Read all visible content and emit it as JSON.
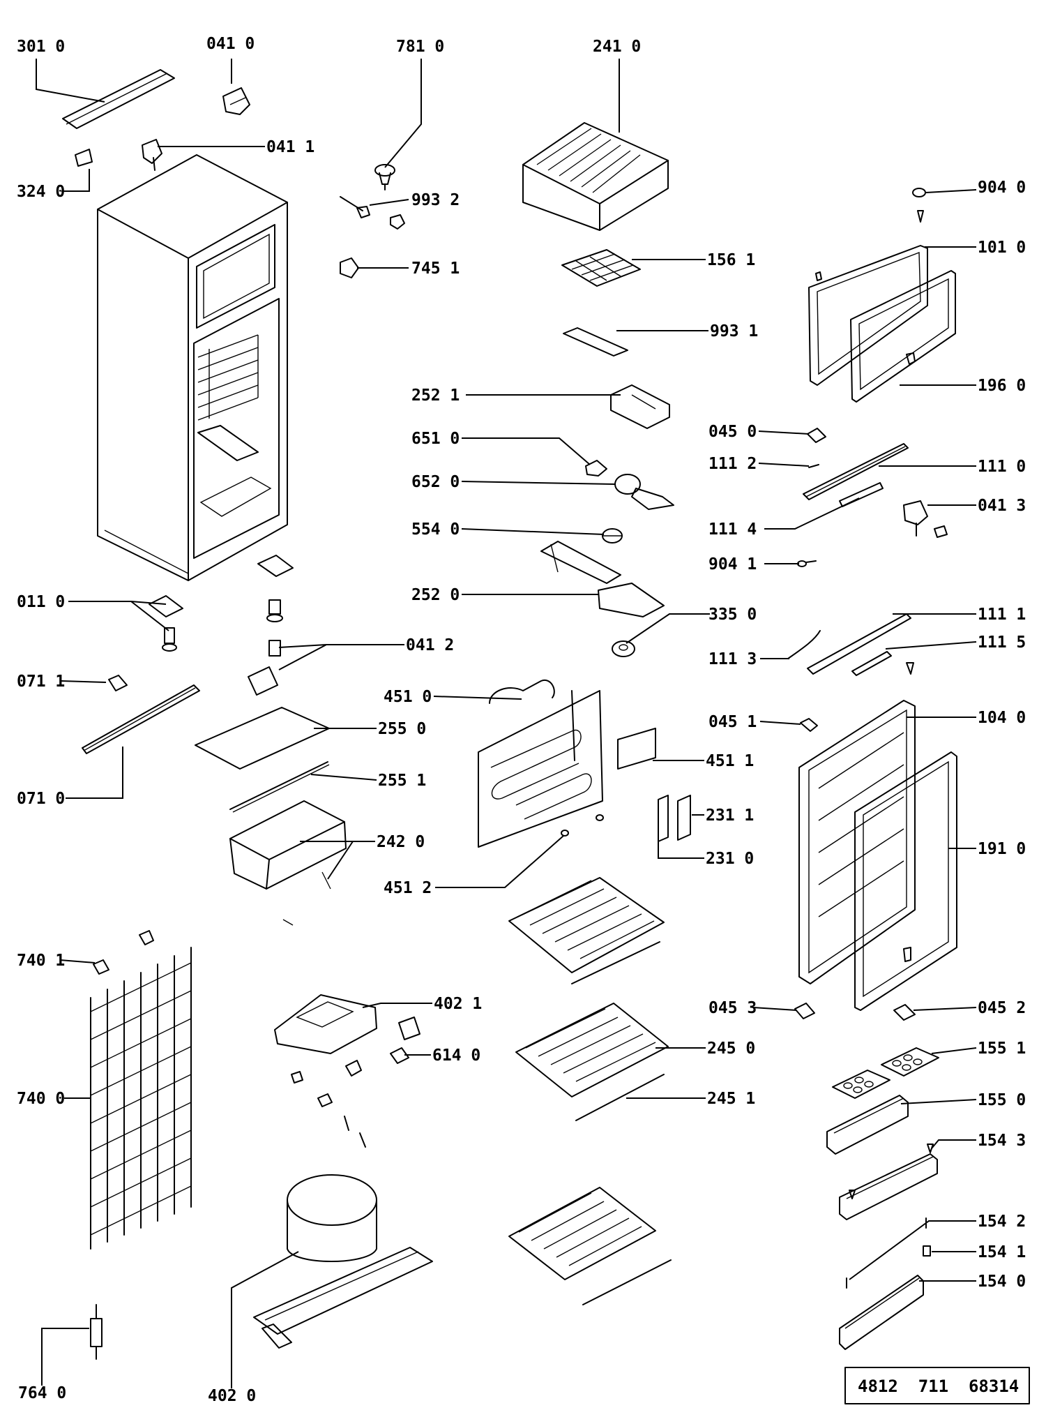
{
  "diagram": {
    "document_number": "4812  711  68314",
    "parts": [
      {
        "id": "p3010",
        "label": "301 0"
      },
      {
        "id": "p0410",
        "label": "041 0"
      },
      {
        "id": "p7810",
        "label": "781 0"
      },
      {
        "id": "p2410",
        "label": "241 0"
      },
      {
        "id": "p0411",
        "label": "041 1"
      },
      {
        "id": "p3240",
        "label": "324 0"
      },
      {
        "id": "p9932",
        "label": "993 2"
      },
      {
        "id": "p9040",
        "label": "904 0"
      },
      {
        "id": "p7451",
        "label": "745 1"
      },
      {
        "id": "p1561",
        "label": "156 1"
      },
      {
        "id": "p1010",
        "label": "101 0"
      },
      {
        "id": "p9931",
        "label": "993 1"
      },
      {
        "id": "p2521",
        "label": "252 1"
      },
      {
        "id": "p1960",
        "label": "196 0"
      },
      {
        "id": "p0450",
        "label": "045 0"
      },
      {
        "id": "p6510",
        "label": "651 0"
      },
      {
        "id": "p1112",
        "label": "111 2"
      },
      {
        "id": "p1110",
        "label": "111 0"
      },
      {
        "id": "p6520",
        "label": "652 0"
      },
      {
        "id": "p0413",
        "label": "041 3"
      },
      {
        "id": "p5540",
        "label": "554 0"
      },
      {
        "id": "p1114",
        "label": "111 4"
      },
      {
        "id": "p9041",
        "label": "904 1"
      },
      {
        "id": "p2520",
        "label": "252 0"
      },
      {
        "id": "p0110",
        "label": "011 0"
      },
      {
        "id": "p3350",
        "label": "335 0"
      },
      {
        "id": "p1111",
        "label": "111 1"
      },
      {
        "id": "p0412",
        "label": "041 2"
      },
      {
        "id": "p1113",
        "label": "111 3"
      },
      {
        "id": "p1115",
        "label": "111 5"
      },
      {
        "id": "p0711",
        "label": "071 1"
      },
      {
        "id": "p4510",
        "label": "451 0"
      },
      {
        "id": "p0451",
        "label": "045 1"
      },
      {
        "id": "p1040",
        "label": "104 0"
      },
      {
        "id": "p2550",
        "label": "255 0"
      },
      {
        "id": "p4511",
        "label": "451 1"
      },
      {
        "id": "p2551",
        "label": "255 1"
      },
      {
        "id": "p0710",
        "label": "071 0"
      },
      {
        "id": "p2311",
        "label": "231 1"
      },
      {
        "id": "p2420",
        "label": "242 0"
      },
      {
        "id": "p1910",
        "label": "191 0"
      },
      {
        "id": "p2310",
        "label": "231 0"
      },
      {
        "id": "p4512",
        "label": "451 2"
      },
      {
        "id": "p7401",
        "label": "740 1"
      },
      {
        "id": "p4021",
        "label": "402 1"
      },
      {
        "id": "p0453",
        "label": "045 3"
      },
      {
        "id": "p0452",
        "label": "045 2"
      },
      {
        "id": "p2450",
        "label": "245 0"
      },
      {
        "id": "p6140",
        "label": "614 0"
      },
      {
        "id": "p1551",
        "label": "155 1"
      },
      {
        "id": "p7400",
        "label": "740 0"
      },
      {
        "id": "p2451",
        "label": "245 1"
      },
      {
        "id": "p1550",
        "label": "155 0"
      },
      {
        "id": "p1543",
        "label": "154 3"
      },
      {
        "id": "p1542",
        "label": "154 2"
      },
      {
        "id": "p1541",
        "label": "154 1"
      },
      {
        "id": "p1540",
        "label": "154 0"
      },
      {
        "id": "p7640",
        "label": "764 0"
      },
      {
        "id": "p4020",
        "label": "402 0"
      }
    ]
  }
}
